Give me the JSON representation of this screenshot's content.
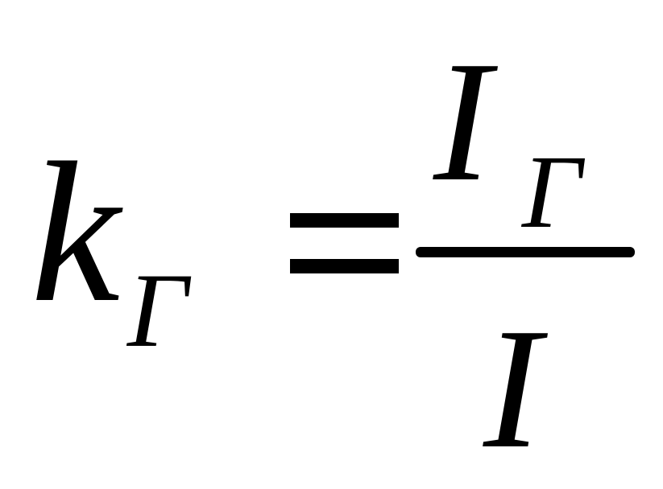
{
  "formula": {
    "lhs": {
      "base": "k",
      "subscript": "Γ"
    },
    "numerator": {
      "base": "I",
      "subscript": "Γ"
    },
    "denominator": "I"
  },
  "colors": {
    "ink": "#000000",
    "background": "#ffffff"
  }
}
